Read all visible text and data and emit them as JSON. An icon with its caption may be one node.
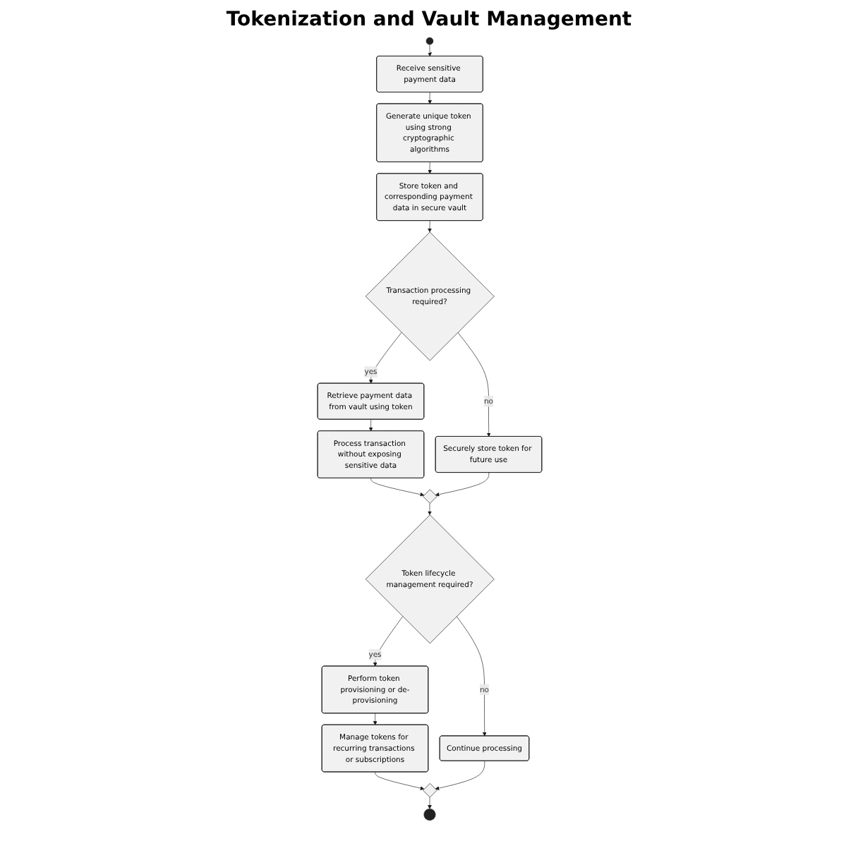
{
  "diagram": {
    "title": "Tokenization and Vault Management",
    "nodes": [
      {
        "text": [],
        "shape": "circle"
      },
      {
        "text": [
          "Receive sensitive payment data"
        ]
      },
      {
        "text": [
          "Generate unique token using strong cryptographic algorithms"
        ]
      },
      {
        "text": [
          "Store token and corresponding payment data in secure vault"
        ]
      },
      {
        "text": [
          "Transaction processing required?"
        ]
      },
      {
        "text": [
          "Retrieve payment data from vault using token"
        ]
      },
      {
        "text": [
          "Securely store token for future use"
        ]
      },
      {
        "text": [
          "Process transaction without exposing sensitive data"
        ]
      },
      {
        "text": [],
        "shape": "diamond"
      },
      {
        "text": [
          "Token lifecycle management required?"
        ]
      },
      {
        "text": [
          "Perform token provisioning or de-provisioning"
        ]
      },
      {
        "text": [
          "Continue processing"
        ]
      },
      {
        "text": [
          "Manage tokens for recurring transactions or subscriptions"
        ]
      },
      {
        "text": [],
        "shape": "diamond"
      },
      {
        "text": [],
        "shape": "circle"
      }
    ],
    "edges": [
      {
        "from": 0,
        "to": 1,
        "arrow": "to"
      },
      {
        "from": 1,
        "to": 2,
        "arrow": "to"
      },
      {
        "from": 2,
        "to": 3,
        "arrow": "to"
      },
      {
        "from": 3,
        "to": 4,
        "arrow": "to"
      },
      {
        "from": 4,
        "to": 5,
        "label": "yes",
        "arrow": "to"
      },
      {
        "from": 4,
        "to": 6,
        "label": "no",
        "arrow": "to"
      },
      {
        "from": 5,
        "to": 7,
        "arrow": "to"
      },
      {
        "from": 7,
        "to": 8,
        "arrow": "to"
      },
      {
        "from": 6,
        "to": 8,
        "arrow": "to"
      },
      {
        "from": 8,
        "to": 9,
        "arrow": "to"
      },
      {
        "from": 9,
        "to": 10,
        "label": "yes",
        "arrow": "to"
      },
      {
        "from": 9,
        "to": 11,
        "label": "no",
        "arrow": "to"
      },
      {
        "from": 10,
        "to": 12,
        "arrow": "to"
      },
      {
        "from": 12,
        "to": 13,
        "arrow": "to"
      },
      {
        "from": 11,
        "to": 13,
        "arrow": "to"
      },
      {
        "from": 13,
        "to": 14,
        "arrow": "to"
      }
    ]
  }
}
